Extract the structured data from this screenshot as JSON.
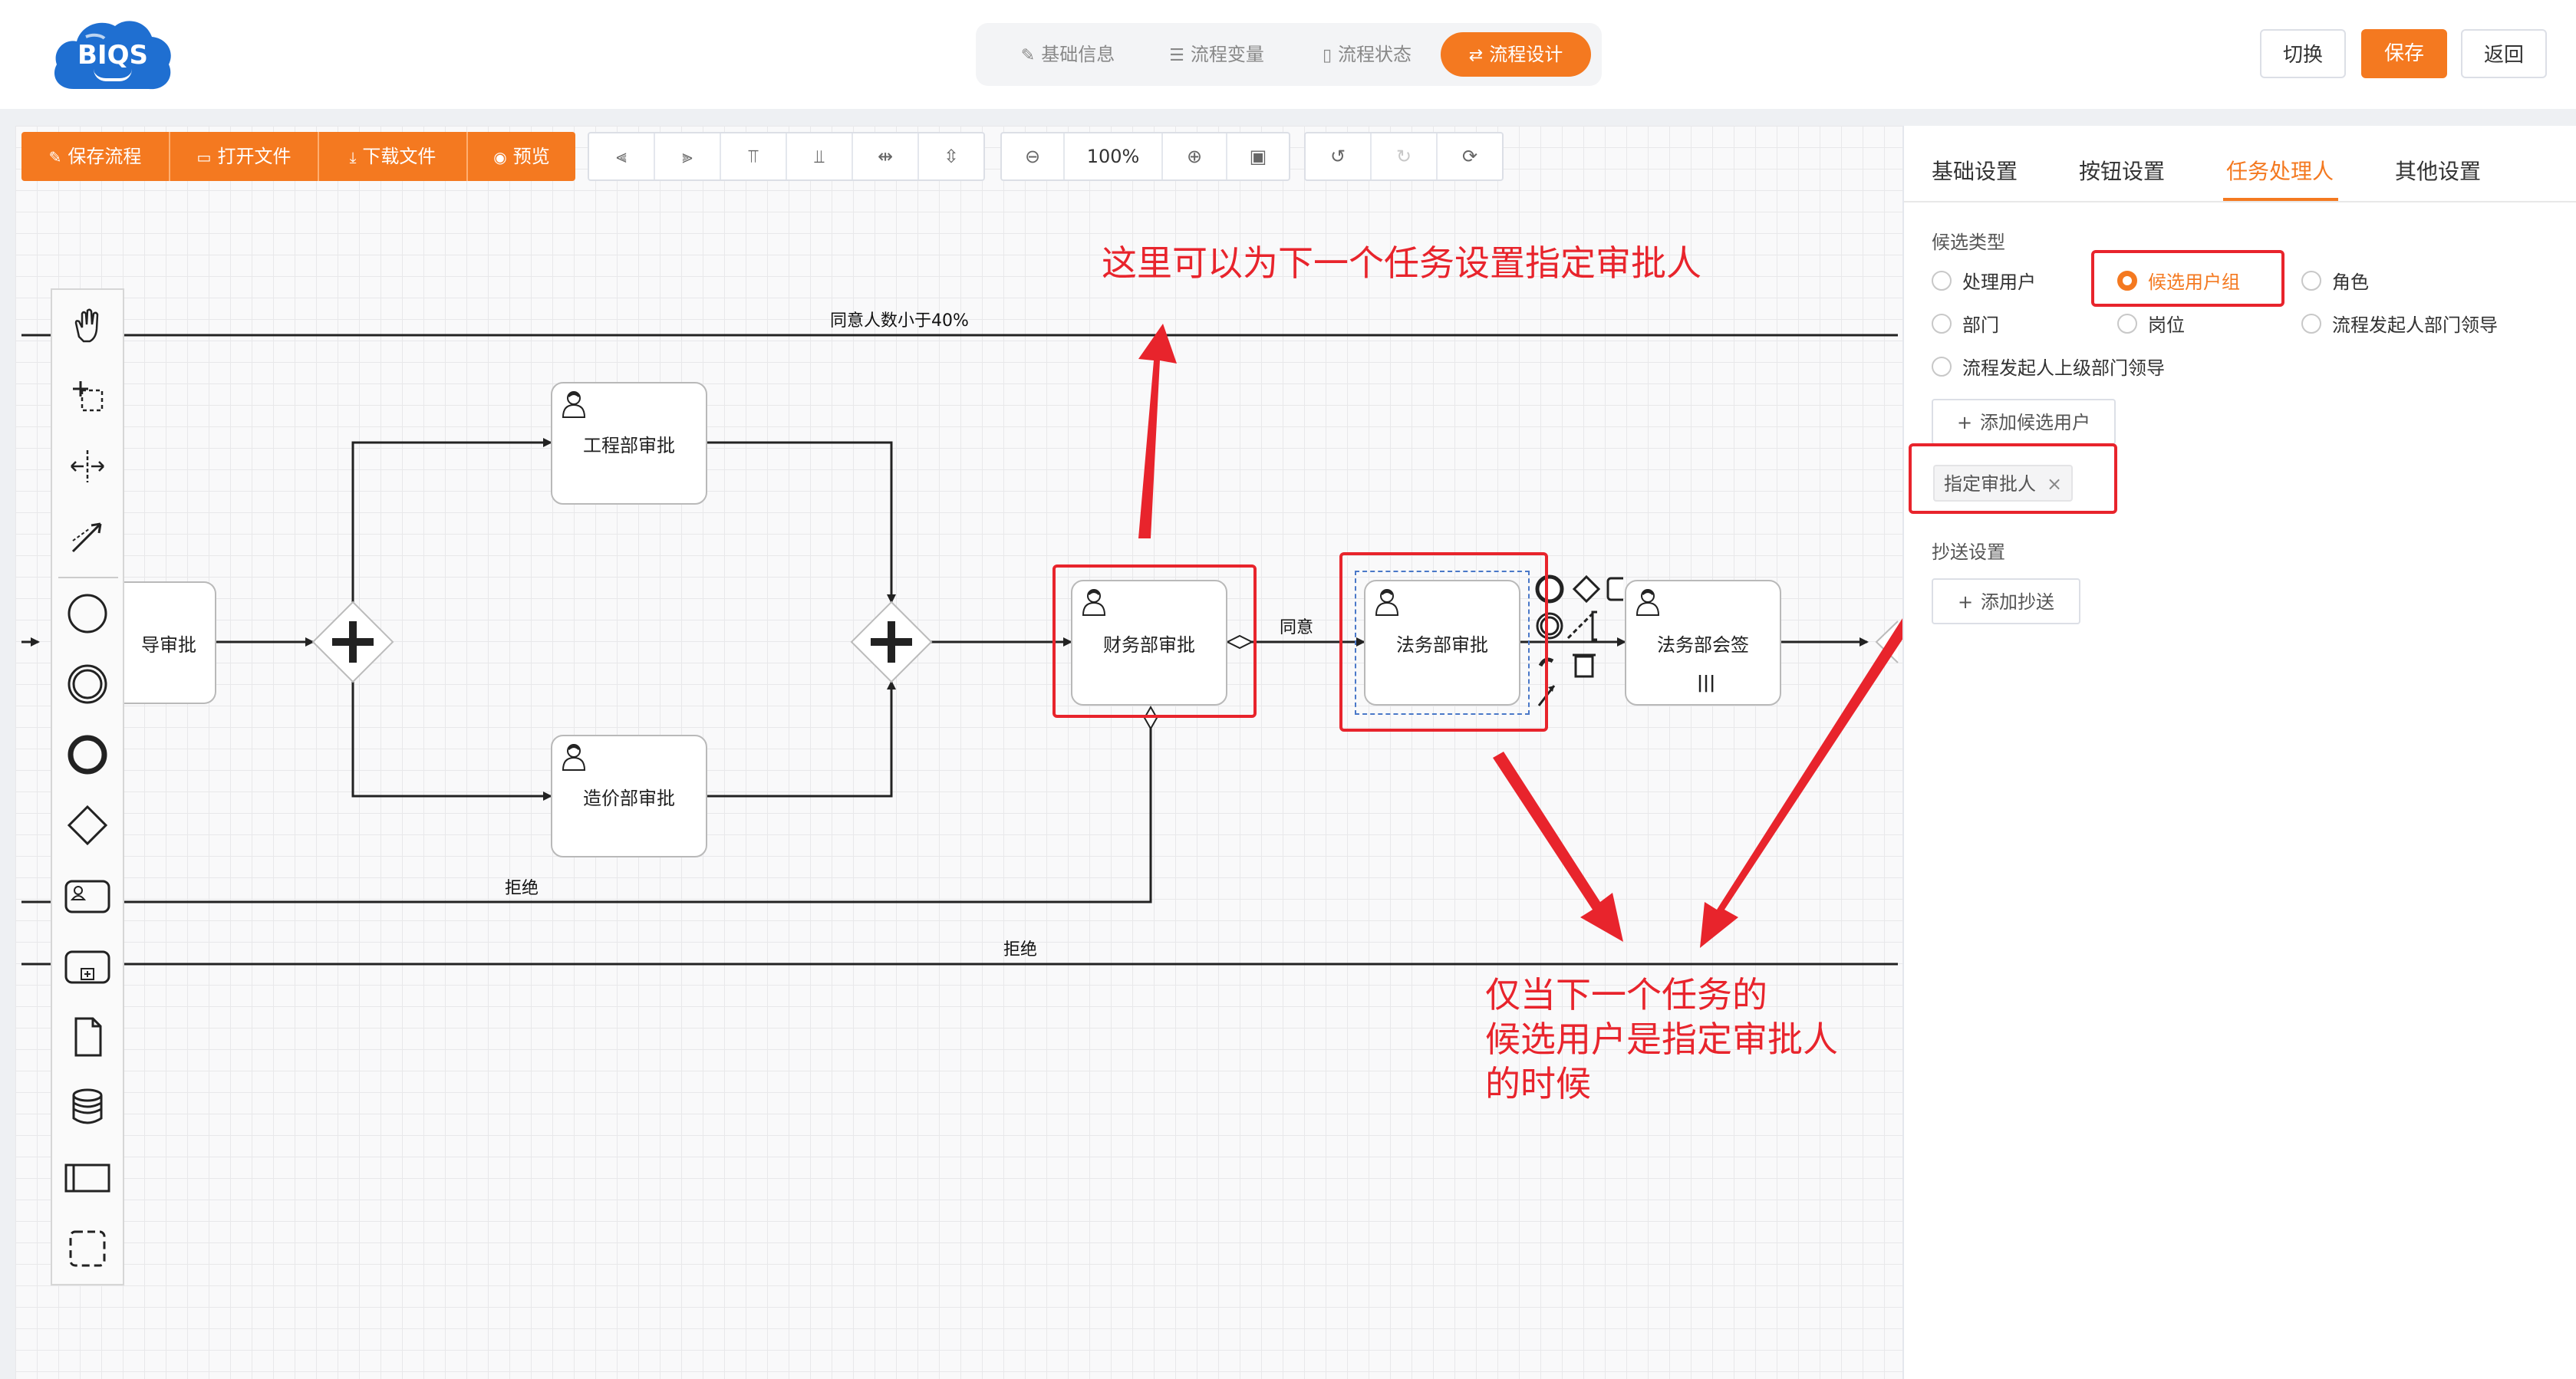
{
  "header": {
    "logo_text": "BIQS",
    "tabs": [
      {
        "label": "基础信息",
        "icon": "document-edit-icon"
      },
      {
        "label": "流程变量",
        "icon": "sliders-icon"
      },
      {
        "label": "流程状态",
        "icon": "document-icon"
      },
      {
        "label": "流程设计",
        "icon": "flow-icon",
        "active": true
      }
    ],
    "switch_label": "切换",
    "save_label": "保存",
    "back_label": "返回"
  },
  "toolbar": {
    "save_flow": "保存流程",
    "open_file": "打开文件",
    "download_file": "下载文件",
    "preview": "预览",
    "zoom": "100%"
  },
  "diagram": {
    "tasks": {
      "leader_approval": "导审批",
      "engineering_approval": "工程部审批",
      "costing_approval": "造价部审批",
      "finance_approval": "财务部审批",
      "legal_approval": "法务部审批",
      "legal_countersign": "法务部会签"
    },
    "flows": {
      "agree_under_40": "同意人数小于40%",
      "agree": "同意",
      "reject_1": "拒绝",
      "reject_2": "拒绝"
    }
  },
  "annotations": {
    "top_note": "这里可以为下一个任务设置指定审批人",
    "bottom_note_line1": "仅当下一个任务的",
    "bottom_note_line2": "候选用户是指定审批人",
    "bottom_note_line3": "的时候"
  },
  "panel": {
    "tabs": [
      {
        "label": "基础设置"
      },
      {
        "label": "按钮设置"
      },
      {
        "label": "任务处理人",
        "active": true
      },
      {
        "label": "其他设置"
      }
    ],
    "candidate_type_label": "候选类型",
    "radios": {
      "handler_user": "处理用户",
      "candidate_group": "候选用户组",
      "role": "角色",
      "department": "部门",
      "position": "岗位",
      "initiator_dept_leader": "流程发起人部门领导",
      "initiator_upper_dept_leader": "流程发起人上级部门领导"
    },
    "selected_radio": "candidate_group",
    "add_candidate_user": "添加候选用户",
    "assigned_tag": "指定审批人",
    "cc_settings_label": "抄送设置",
    "add_cc": "添加抄送"
  },
  "colors": {
    "accent": "#f47920",
    "annotation_red": "#e8242c"
  }
}
